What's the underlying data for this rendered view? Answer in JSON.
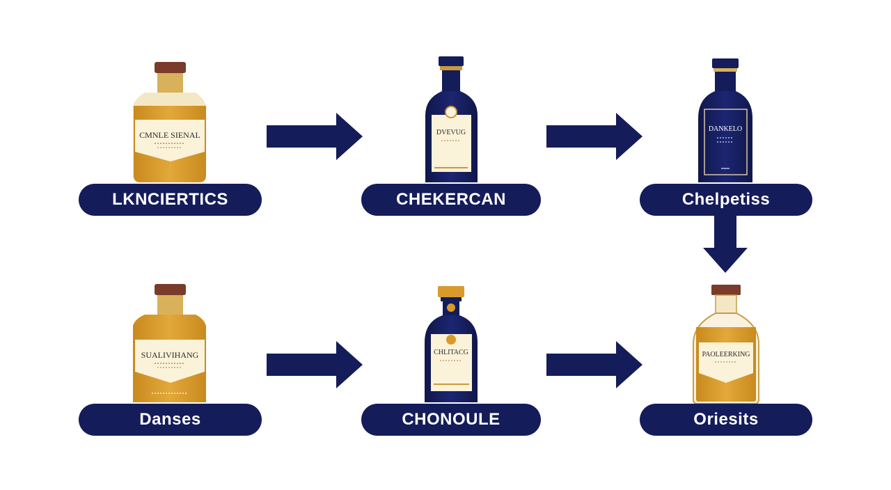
{
  "colors": {
    "navy": "#141c5a",
    "amber": "#d89a2a",
    "cream": "#fbf2da",
    "brown": "#7a3b2a",
    "gold": "#c89b45",
    "bg": "#ffffff"
  },
  "steps": [
    {
      "id": "s1",
      "label": "LKNCIERTICS",
      "bottle": {
        "style": "amber-square",
        "label_text": "CMNLE SIENAL"
      }
    },
    {
      "id": "s2",
      "label": "CHEKERCAN",
      "bottle": {
        "style": "navy-round",
        "label_text": "DVEVUG"
      }
    },
    {
      "id": "s3",
      "label": "Chelpetiss",
      "bottle": {
        "style": "navy-slim",
        "label_text": "DANKELO"
      }
    },
    {
      "id": "s4",
      "label": "Danses",
      "bottle": {
        "style": "amber-square",
        "label_text": "SUALIVIHANG"
      }
    },
    {
      "id": "s5",
      "label": "CHONOULE",
      "bottle": {
        "style": "navy-round",
        "label_text": "CHLITACG"
      }
    },
    {
      "id": "s6",
      "label": "Oriesits",
      "bottle": {
        "style": "amber-flask",
        "label_text": "PAOLEERKING"
      }
    }
  ],
  "arrows": [
    {
      "from": "s1",
      "to": "s2",
      "direction": "right"
    },
    {
      "from": "s2",
      "to": "s3",
      "direction": "right"
    },
    {
      "from": "s3",
      "to": "s6",
      "direction": "down"
    },
    {
      "from": "s4",
      "to": "s5",
      "direction": "right"
    },
    {
      "from": "s5",
      "to": "s6",
      "direction": "right"
    }
  ]
}
